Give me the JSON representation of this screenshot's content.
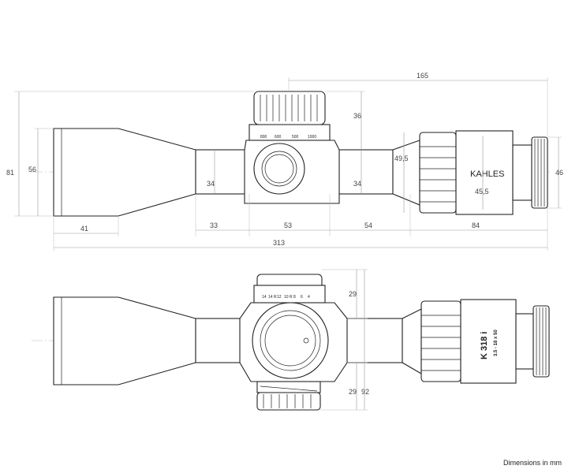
{
  "brand": "KAHLES",
  "model": "K 318 i",
  "magnification": "3.5 - 18 x 50",
  "footer": "Dimensions in mm",
  "turret_scale_top": [
    "800",
    "600",
    "500",
    "1000"
  ],
  "turret_scale_side": [
    "14",
    "14 R",
    "12",
    "10 R",
    "8",
    "6",
    "4"
  ],
  "dims": {
    "overall_length": "313",
    "rear_length": "165",
    "objective_dia": "56",
    "height_total": "81",
    "turret_height": "36",
    "tube_dia_left": "34",
    "tube_dia_right": "34",
    "obj_bell": "41",
    "front_tube": "33",
    "turret_section": "53",
    "rear_tube": "54",
    "ocular": "84",
    "ocular_ring": "49,5",
    "eyepiece_body": "45,5",
    "eyepiece_dia": "46",
    "side_turret_top": "29",
    "side_turret_bottom": "29",
    "side_height_total": "92"
  }
}
